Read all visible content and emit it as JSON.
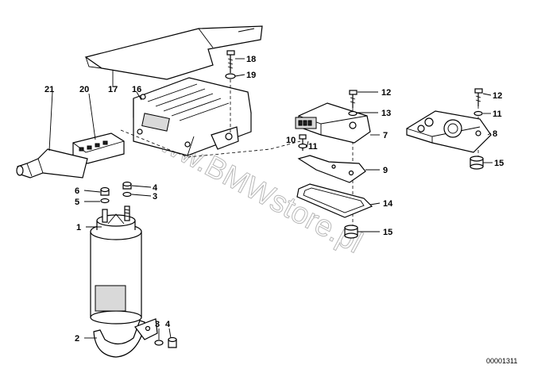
{
  "watermark": "www.BMWstore.pl",
  "reference_number": "00001311",
  "part_labels": {
    "p1": "1",
    "p2": "2",
    "p3a": "3",
    "p3b": "3",
    "p4a": "4",
    "p4b": "4",
    "p5": "5",
    "p6": "6",
    "p7": "7",
    "p8": "8",
    "p9": "9",
    "p10": "10",
    "p11a": "11",
    "p11b": "11",
    "p12a": "12",
    "p12b": "12",
    "p13": "13",
    "p14": "14",
    "p15a": "15",
    "p15b": "15",
    "p16": "16",
    "p17": "17",
    "p18": "18",
    "p19": "19",
    "p20": "20",
    "p21": "21"
  }
}
